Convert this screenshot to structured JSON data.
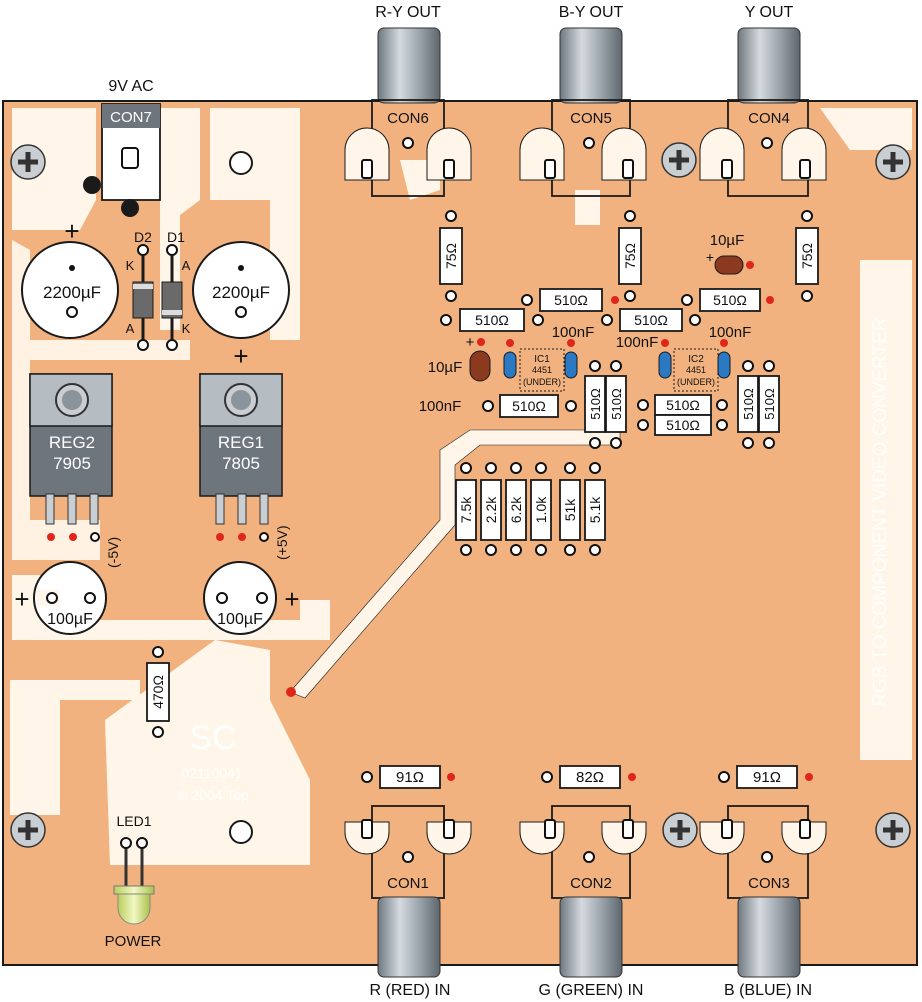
{
  "colors": {
    "board": "#f2b27f",
    "track": "#fff6e9",
    "outline": "#1a1a1a",
    "pad": "#ffffff",
    "red_dot": "#e0261b",
    "jack_body": "#9aa3ab",
    "regulator_body": "#6e757c",
    "regulator_tab": "#b5bcc2",
    "cap_ceramic": "#2b79c2",
    "cap_tantalum": "#8c3a1f",
    "led": "#d8e78a",
    "side_text": "#ffffff"
  },
  "connectors": {
    "outputs": {
      "ry_label": "R-Y OUT",
      "by_label": "B-Y OUT",
      "y_label": "Y OUT",
      "con6": "CON6",
      "con5": "CON5",
      "con4": "CON4"
    },
    "inputs": {
      "r_label": "R (RED) IN",
      "g_label": "G (GREEN) IN",
      "b_label": "B (BLUE) IN",
      "con1": "CON1",
      "con2": "CON2",
      "con3": "CON3"
    },
    "power": {
      "label": "9V AC",
      "con7": "CON7"
    }
  },
  "diodes": {
    "d1": "D1",
    "d2": "D2",
    "k": "K",
    "a": "A"
  },
  "regulators": {
    "reg1_name": "REG1",
    "reg1_part": "7805",
    "reg1_rail": "(+5V)",
    "reg2_name": "REG2",
    "reg2_part": "7905",
    "reg2_rail": "(-5V)"
  },
  "capacitors": {
    "c2200": "2200µF",
    "c100": "100µF",
    "c10": "10µF",
    "c100n": "100nF",
    "plus": "+"
  },
  "ics": {
    "ic1": "IC1",
    "ic2": "IC2",
    "part": "4451",
    "under": "(UNDER)"
  },
  "resistors": {
    "r75": "75Ω",
    "r510": "510Ω",
    "r470": "470Ω",
    "r91": "91Ω",
    "r82": "82Ω",
    "r7k5": "7.5k",
    "r2k2": "2.2k",
    "r6k2": "6.2k",
    "r1k0": "1.0k",
    "r51k": "51k",
    "r5k1": "5.1k"
  },
  "led": {
    "name": "LED1",
    "caption": "POWER"
  },
  "board_info": {
    "logo": "SC",
    "code": "02110041",
    "copyright": "© 2004 Top",
    "title": "RGB TO COMPONENT VIDEO CONVERTER"
  }
}
